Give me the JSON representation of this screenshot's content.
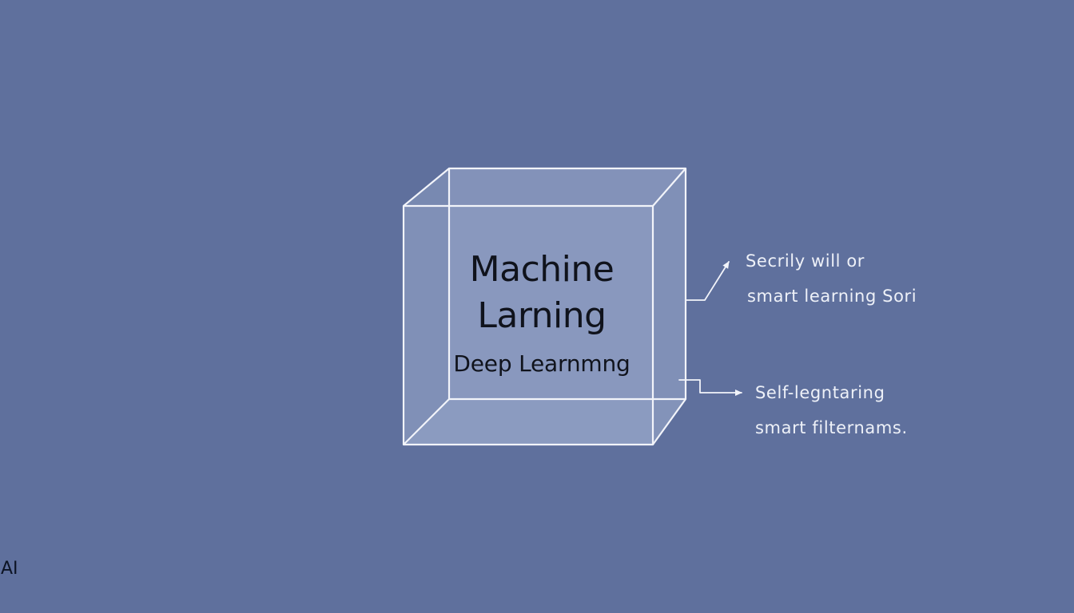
{
  "diagram": {
    "cube": {
      "title_line1": "Machine",
      "title_line2": "Larning",
      "subtitle": "Deep Learnmng"
    },
    "annotations": [
      {
        "line1": "Secrily will or",
        "line2": "smart learning Sori"
      },
      {
        "line1": "Self-legntaring",
        "line2": "smart filternams."
      }
    ],
    "corner_label": "AI"
  },
  "colors": {
    "background": "#5f709d",
    "cube_face": "#a9b8d6",
    "cube_edge": "#f2f4fa",
    "cube_text": "#10131c",
    "annotation_text": "#eef1f8"
  }
}
